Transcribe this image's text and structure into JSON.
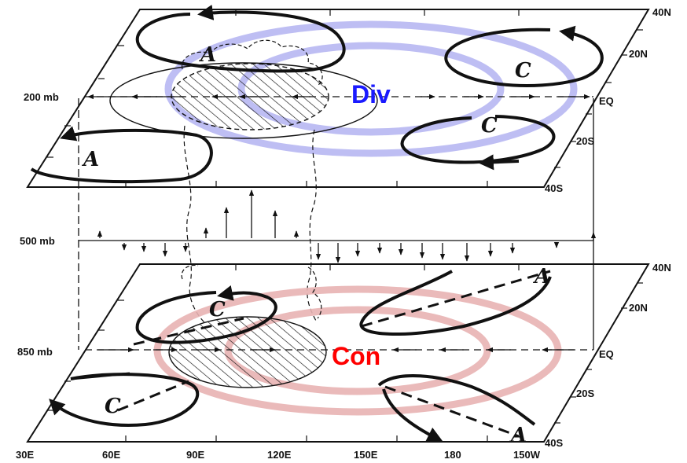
{
  "levels": {
    "upper": "200 mb",
    "middle": "500 mb",
    "lower": "850 mb"
  },
  "latitudes": {
    "upper": [
      "40N",
      "20N",
      "EQ",
      "20S",
      "40S"
    ],
    "lower": [
      "40N",
      "20N",
      "EQ",
      "20S",
      "40S"
    ]
  },
  "longitudes": [
    "30E",
    "60E",
    "90E",
    "120E",
    "150E",
    "180",
    "150W"
  ],
  "overlays": {
    "divergence": {
      "label": "Div",
      "color": "#1a1aff",
      "ring_color": "#b3b3f2"
    },
    "convergence": {
      "label": "Con",
      "color": "#ff0000",
      "ring_color": "#e8b3b3"
    }
  },
  "systems": {
    "upper": [
      "A",
      "C",
      "C",
      "A"
    ],
    "lower": [
      "C",
      "C",
      "A",
      "A"
    ]
  }
}
